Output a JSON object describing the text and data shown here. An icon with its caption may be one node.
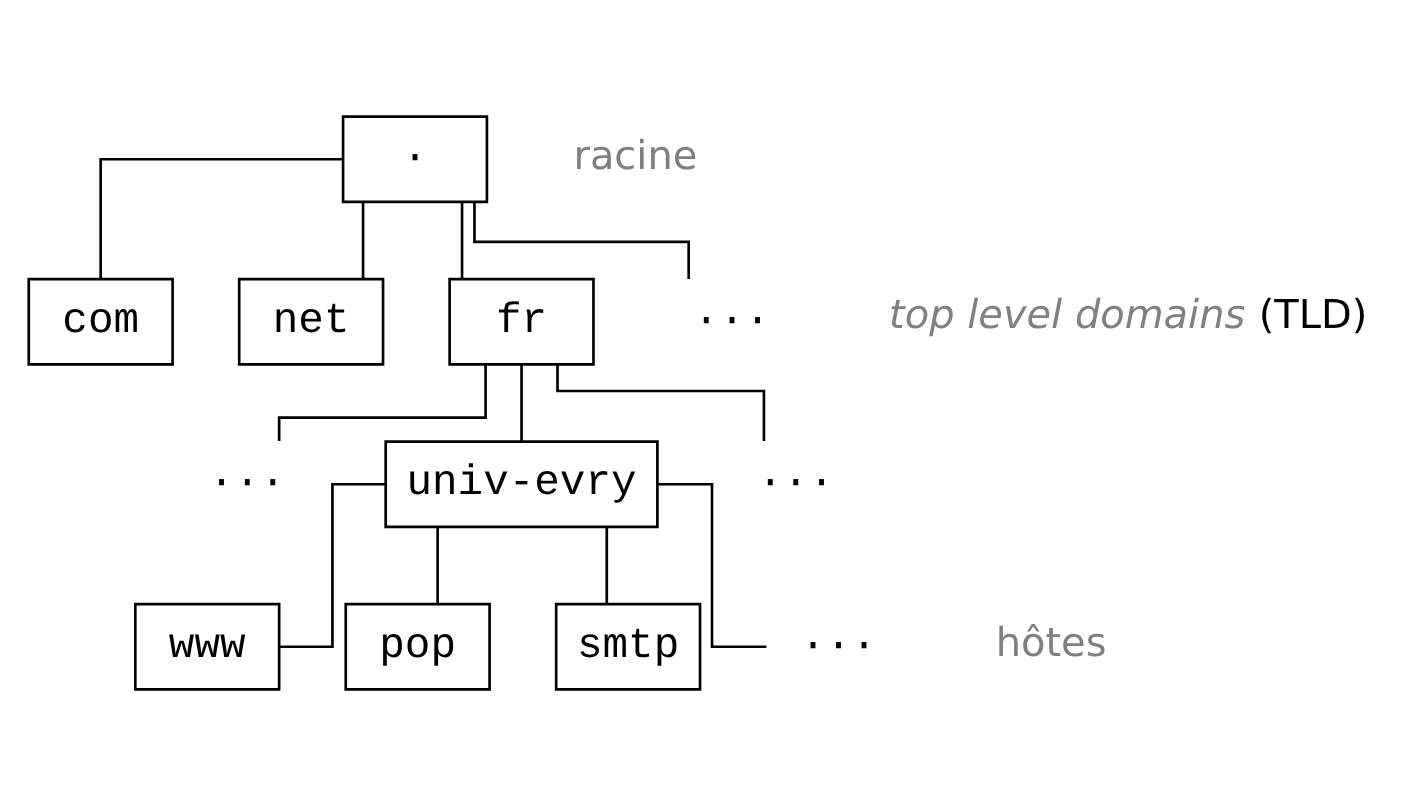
{
  "diagram": {
    "nodes": [
      {
        "text": [
          "·"
        ],
        "beside": [
          "racine"
        ]
      },
      {
        "text": [
          "com"
        ]
      },
      {
        "text": [
          "net"
        ]
      },
      {
        "text": [
          "fr"
        ]
      },
      {
        "text": [
          "···"
        ],
        "beside": [
          "*top level domains* (TLD)"
        ]
      },
      {
        "text": [
          "···"
        ]
      },
      {
        "text": [
          "univ-evry"
        ]
      },
      {
        "text": [
          "···"
        ]
      },
      {
        "text": [
          "www"
        ]
      },
      {
        "text": [
          "pop"
        ]
      },
      {
        "text": [
          "smtp"
        ]
      },
      {
        "text": [
          "···"
        ],
        "beside": [
          "hôtes"
        ]
      }
    ],
    "edges": [
      {
        "from": 0,
        "to": 1,
        "arrow": "none"
      },
      {
        "from": 0,
        "to": 2,
        "arrow": "none"
      },
      {
        "from": 0,
        "to": 3,
        "arrow": "none"
      },
      {
        "from": 0,
        "to": 4,
        "arrow": "none"
      },
      {
        "from": 3,
        "to": 5,
        "arrow": "none"
      },
      {
        "from": 3,
        "to": 6,
        "arrow": "none"
      },
      {
        "from": 3,
        "to": 7,
        "arrow": "none"
      },
      {
        "from": 6,
        "to": 8,
        "arrow": "none"
      },
      {
        "from": 6,
        "to": 9,
        "arrow": "none"
      },
      {
        "from": 6,
        "to": 10,
        "arrow": "none"
      },
      {
        "from": 6,
        "to": 11,
        "arrow": "none"
      }
    ]
  }
}
